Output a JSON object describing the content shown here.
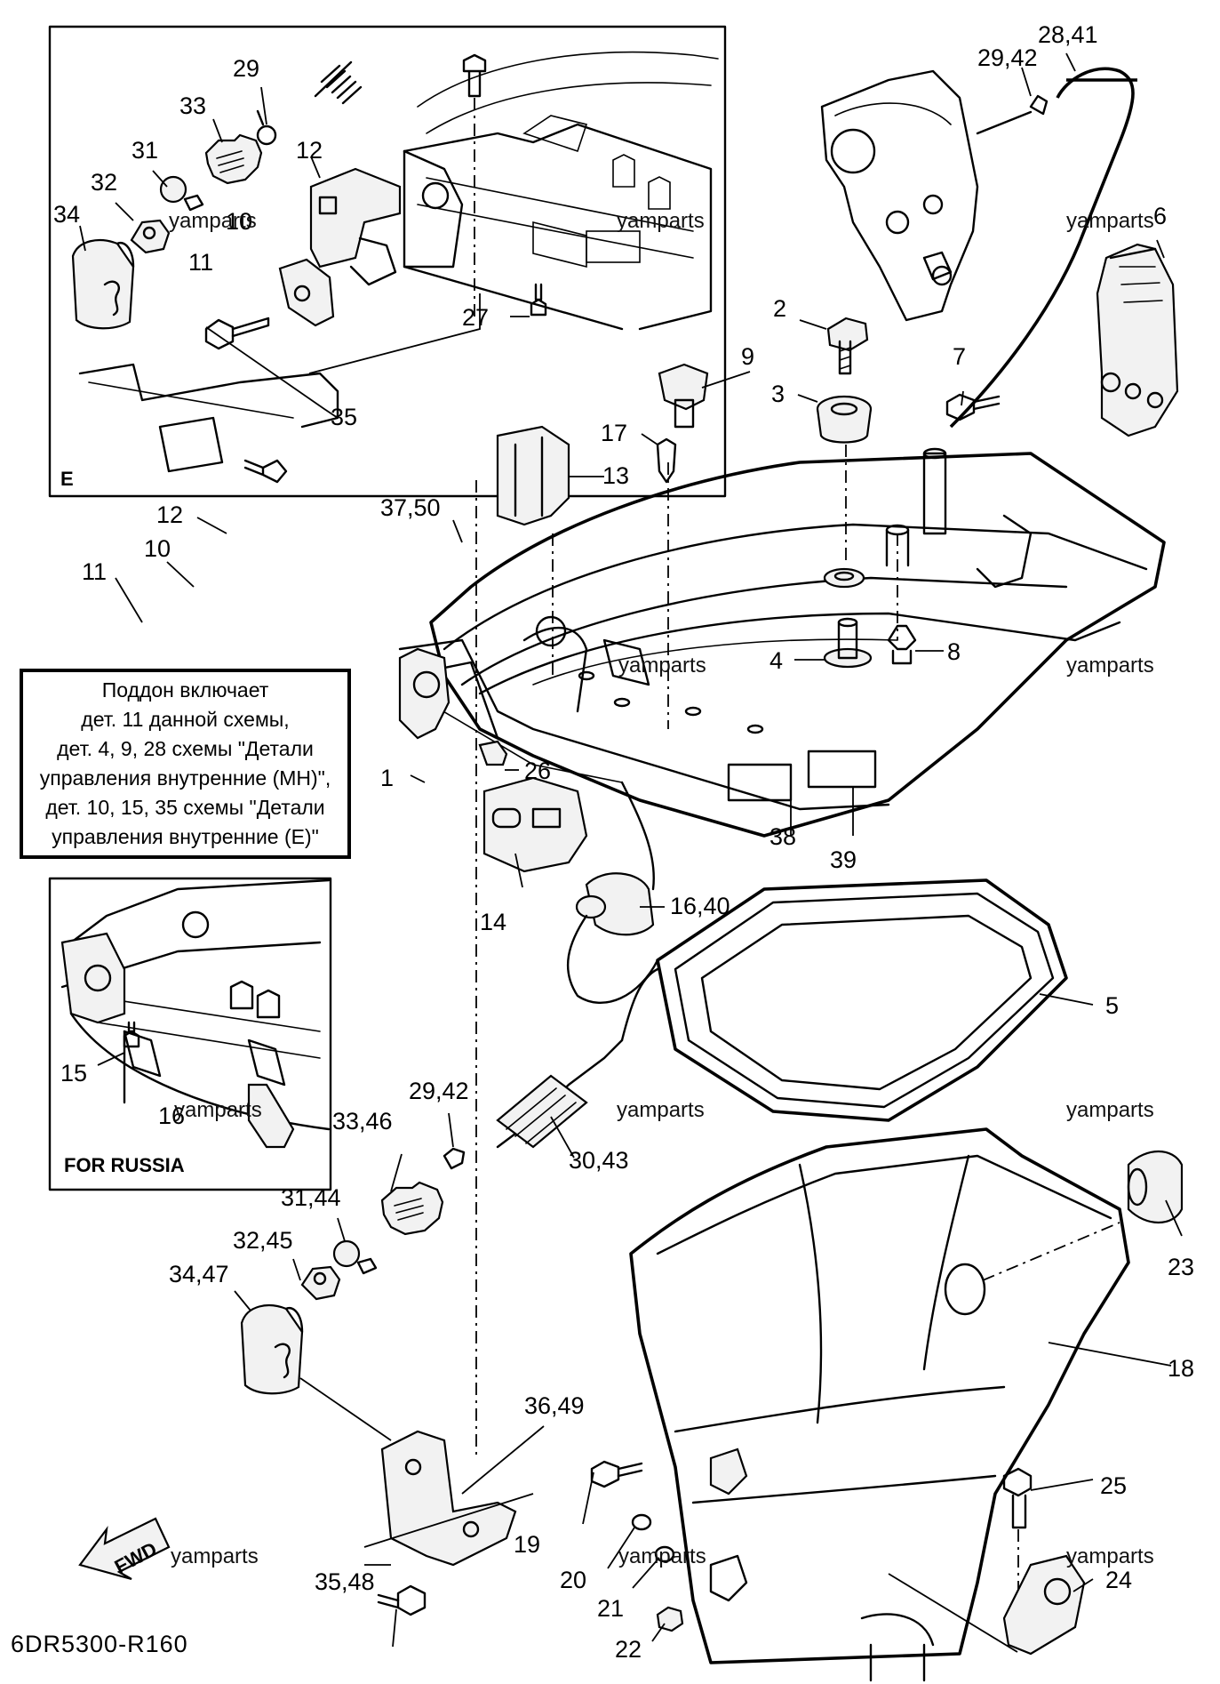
{
  "diagram_code": "6DR5300-R160",
  "watermark": "yamparts",
  "inset_e_label": "E",
  "inset_russia_label": "FOR RUSSIA",
  "fwd_label": "FWD",
  "note_lines": [
    "Поддон включает",
    "дет. 11 данной схемы,",
    "дет. 4, 9, 28 схемы \"Детали",
    "управления внутренние (МН)\",",
    "дет. 10, 15, 35 схемы \"Детали",
    "управления внутренние (Е)\""
  ],
  "part_labels": [
    "28,41",
    "29,42",
    "29",
    "33",
    "12",
    "31",
    "32",
    "10",
    "34",
    "11",
    "27",
    "35",
    "6",
    "2",
    "9",
    "3",
    "7",
    "17",
    "13",
    "12",
    "37,50",
    "10",
    "11",
    "4",
    "8",
    "1",
    "26",
    "38",
    "39",
    "14",
    "16,40",
    "5",
    "15",
    "16",
    "FOR RUSSIA",
    "29,42",
    "33,46",
    "30,43",
    "31,44",
    "32,45",
    "34,47",
    "23",
    "18",
    "36,49",
    "25",
    "19",
    "35,48",
    "20",
    "21",
    "24",
    "22"
  ]
}
